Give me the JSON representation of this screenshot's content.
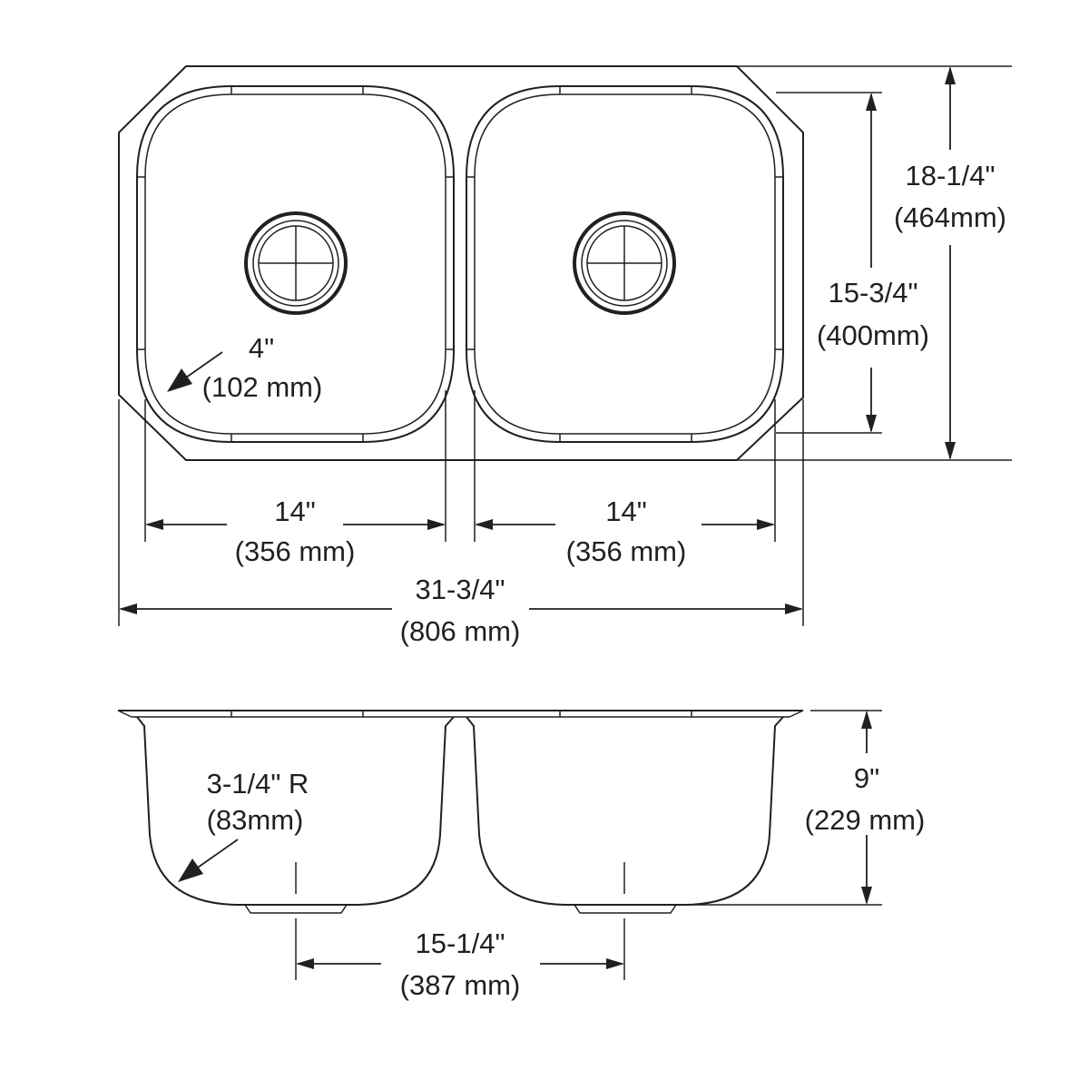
{
  "top_view": {
    "corner_radius": {
      "imperial": "4\"",
      "metric": "(102 mm)"
    },
    "bowl_width_left": {
      "imperial": "14\"",
      "metric": "(356 mm)"
    },
    "bowl_width_right": {
      "imperial": "14\"",
      "metric": "(356 mm)"
    },
    "overall_width": {
      "imperial": "31-3/4\"",
      "metric": "(806 mm)"
    },
    "bowl_length": {
      "imperial": "15-3/4\"",
      "metric": "(400mm)"
    },
    "overall_length": {
      "imperial": "18-1/4\"",
      "metric": "(464mm)"
    }
  },
  "side_view": {
    "bottom_radius": {
      "imperial": "3-1/4\" R",
      "metric": "(83mm)"
    },
    "depth": {
      "imperial": "9\"",
      "metric": "(229 mm)"
    },
    "drain_spacing": {
      "imperial": "15-1/4\"",
      "metric": "(387 mm)"
    }
  }
}
